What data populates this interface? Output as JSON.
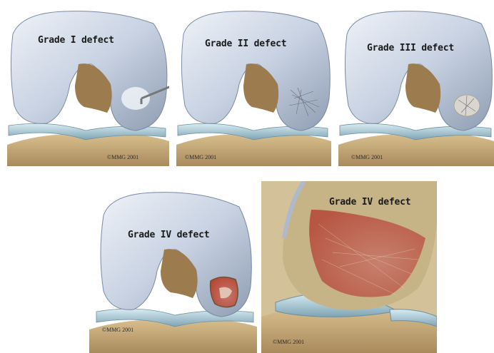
{
  "panels": [
    {
      "title": "Grade I defect",
      "copyright": "©MMG 2001"
    },
    {
      "title": "Grade II defect",
      "copyright": "©MMG 2001"
    },
    {
      "title": "Grade III defect",
      "copyright": "©MMG 2001"
    },
    {
      "title": "Grade IV defect",
      "copyright": "©MMG 2001"
    },
    {
      "title": "Grade IV defect",
      "copyright": "©MMG 2001"
    }
  ],
  "colors": {
    "cartilage": "#c9d4e4",
    "bone": "#b89a6a",
    "meniscus": "#9fc1cf",
    "defect_red": "#b8423a"
  }
}
